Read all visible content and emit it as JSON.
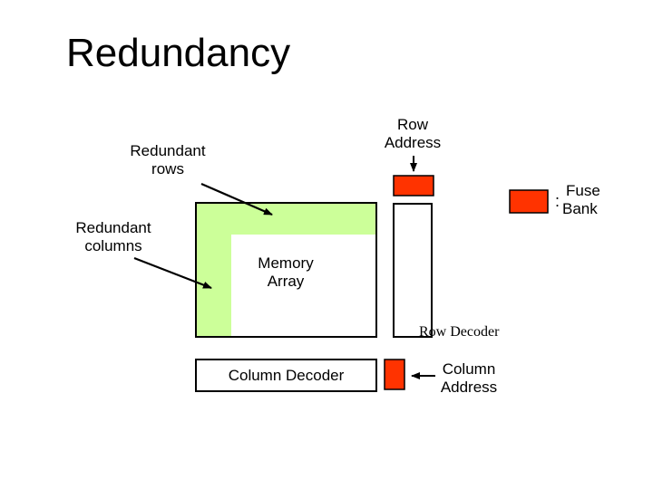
{
  "slide": {
    "title": "Redundancy"
  },
  "labels": {
    "redundant_rows": [
      "Redundant",
      "rows"
    ],
    "redundant_columns": [
      "Redundant",
      "columns"
    ],
    "memory_array": [
      "Memory",
      "Array"
    ],
    "row_address": [
      "Row",
      "Address"
    ],
    "row_decoder": "Row Decoder",
    "column_decoder": "Column Decoder",
    "column_address": [
      "Column",
      "Address"
    ],
    "fuse_bank_legend": [
      "Fuse",
      "Bank"
    ],
    "legend_separator": ":"
  },
  "colors": {
    "fuse": "#ff3300",
    "redundant": "#ccff99",
    "outline": "#000000"
  }
}
